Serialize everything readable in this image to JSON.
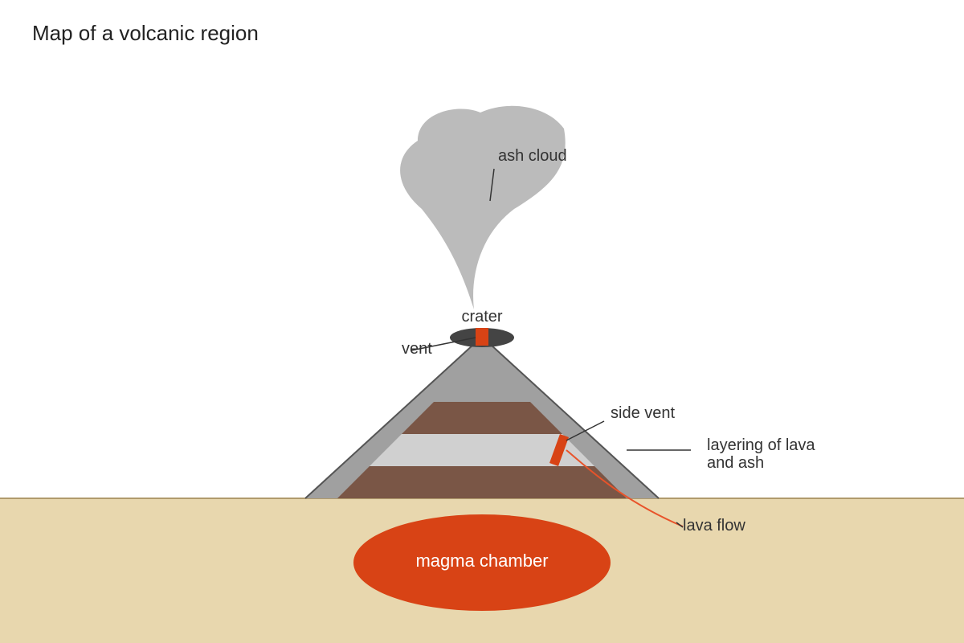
{
  "title": "Map of a volcanic region",
  "labels": {
    "ash_cloud": "ash cloud",
    "crater": "crater",
    "vent": "vent",
    "side_vent": "side vent",
    "layering_line1": "layering of lava",
    "layering_line2": "and ash",
    "lava_flow": "lava flow",
    "magma_chamber": "magma chamber"
  },
  "colors": {
    "ground": "#e8d7ae",
    "ground_line": "#b09a6c",
    "cone": "#a0a0a0",
    "cone_outline": "#555555",
    "lava_layer": "#7a5646",
    "ash_layer": "#d0d0d0",
    "lava": "#d84315",
    "ash_cloud": "#bbbbbb",
    "crater": "#444444"
  }
}
